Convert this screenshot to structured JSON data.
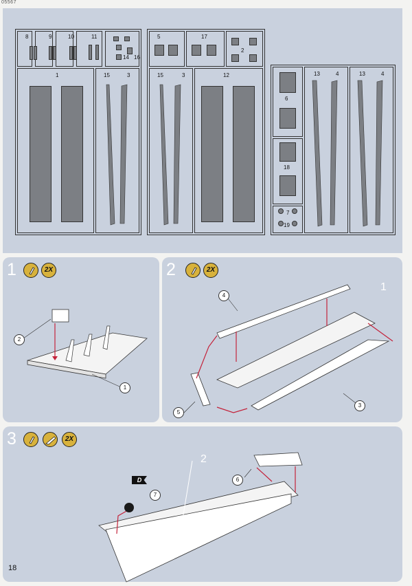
{
  "header": {
    "ref_code": "05567"
  },
  "sprue": {
    "parts_a": [
      "8",
      "9",
      "10",
      "11",
      "14",
      "16",
      "1",
      "15",
      "3"
    ],
    "parts_b": [
      "5",
      "17",
      "2",
      "15",
      "3",
      "12"
    ],
    "parts_c": [
      "6",
      "18",
      "7",
      "19",
      "13",
      "4",
      "13",
      "4"
    ]
  },
  "steps": [
    {
      "number": "1",
      "qty": "2X",
      "callouts": [
        "2",
        "1"
      ]
    },
    {
      "number": "2",
      "qty": "2X",
      "callouts": [
        "4",
        "5",
        "3"
      ],
      "label": "1"
    },
    {
      "number": "3",
      "qty": "2X",
      "callouts": [
        "6",
        "7"
      ],
      "label": "2",
      "decal": "D"
    }
  ],
  "page": {
    "number": "18"
  },
  "colors": {
    "panel": "#c9d1de",
    "accent": "#d8b23c",
    "arrow": "#c4223a",
    "part": "#7c7f84"
  },
  "icons": [
    "glue-icon",
    "knife-icon"
  ]
}
